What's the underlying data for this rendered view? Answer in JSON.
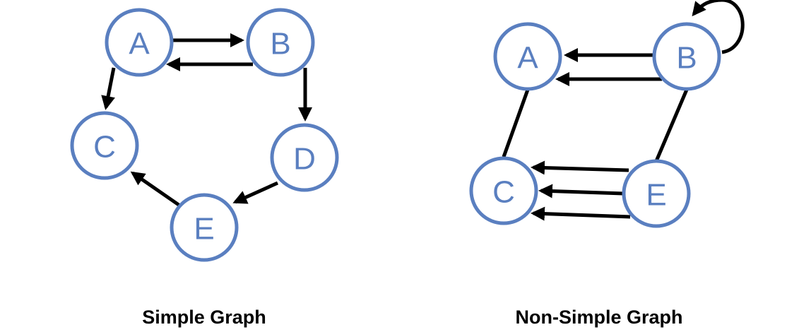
{
  "captions": {
    "simple": "Simple Graph",
    "non_simple": "Non-Simple Graph"
  },
  "colors": {
    "node_stroke": "#5a7fc0",
    "node_text": "#5a7fc0",
    "edge": "#000000"
  },
  "simple_graph": {
    "nodes": [
      "A",
      "B",
      "C",
      "D",
      "E"
    ],
    "edges": [
      {
        "from": "A",
        "to": "B",
        "directed": true
      },
      {
        "from": "B",
        "to": "A",
        "directed": true
      },
      {
        "from": "A",
        "to": "C",
        "directed": true
      },
      {
        "from": "B",
        "to": "D",
        "directed": true
      },
      {
        "from": "D",
        "to": "E",
        "directed": true
      },
      {
        "from": "E",
        "to": "C",
        "directed": true
      }
    ]
  },
  "non_simple_graph": {
    "nodes": [
      "A",
      "B",
      "C",
      "E"
    ],
    "edges": [
      {
        "from": "B",
        "to": "A",
        "directed": true
      },
      {
        "from": "B",
        "to": "A",
        "directed": true
      },
      {
        "from": "B",
        "to": "B",
        "directed": true,
        "self_loop": true
      },
      {
        "from": "A",
        "to": "C",
        "directed": false
      },
      {
        "from": "B",
        "to": "E",
        "directed": false
      },
      {
        "from": "E",
        "to": "C",
        "directed": true
      },
      {
        "from": "E",
        "to": "C",
        "directed": true
      },
      {
        "from": "E",
        "to": "C",
        "directed": true
      }
    ]
  }
}
